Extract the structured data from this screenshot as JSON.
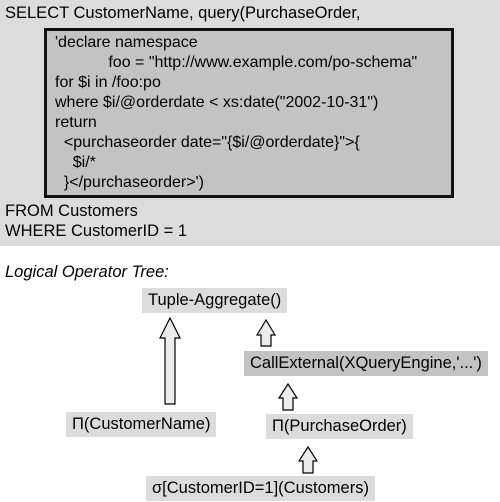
{
  "sql": {
    "select_line": "SELECT CustomerName, query(PurchaseOrder,",
    "xquery_lines": [
      "'declare namespace",
      "            foo = \"http://www.example.com/po-schema\"",
      "for $i in /foo:po",
      "where $i/@orderdate < xs:date(\"2002-10-31\")",
      "return",
      "  <purchaseorder date=\"{$i/@orderdate}\">{",
      "    $i/*",
      "  }</purchaseorder>')"
    ],
    "from_line": "FROM Customers",
    "where_line": "WHERE CustomerID = 1"
  },
  "tree": {
    "title": "Logical Operator Tree:",
    "nodes": {
      "tuple_aggregate": "Tuple-Aggregate()",
      "call_external": "CallExternal(XQueryEngine,'...')",
      "project_customer_name": "Π(CustomerName)",
      "project_purchase_order": "Π(PurchaseOrder)",
      "select_customers": "σ[CustomerID=1](Customers)"
    }
  },
  "colors": {
    "sql_background": "#dcdcdc",
    "xquery_background": "#c3c3c3",
    "node_fill": "#dcdcdc",
    "call_external_fill": "#c3c3c3",
    "arrow_fill": "#ececec",
    "arrow_stroke": "#000000"
  }
}
